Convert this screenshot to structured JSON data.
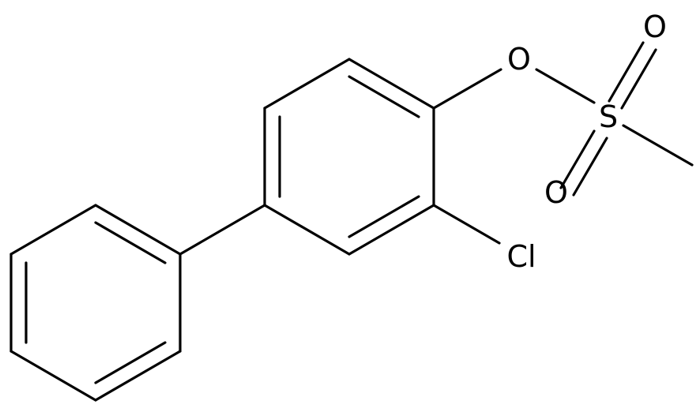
{
  "molecule": {
    "atom_labels": {
      "chlorine": "Cl",
      "ester_oxygen": "O",
      "sulfur": "S",
      "sulfonyl_oxygen_top": "O",
      "sulfonyl_oxygen_bottom": "O"
    }
  },
  "colors": {
    "background": "#ffffff",
    "bonds": "#000000",
    "labels": "#000000"
  }
}
